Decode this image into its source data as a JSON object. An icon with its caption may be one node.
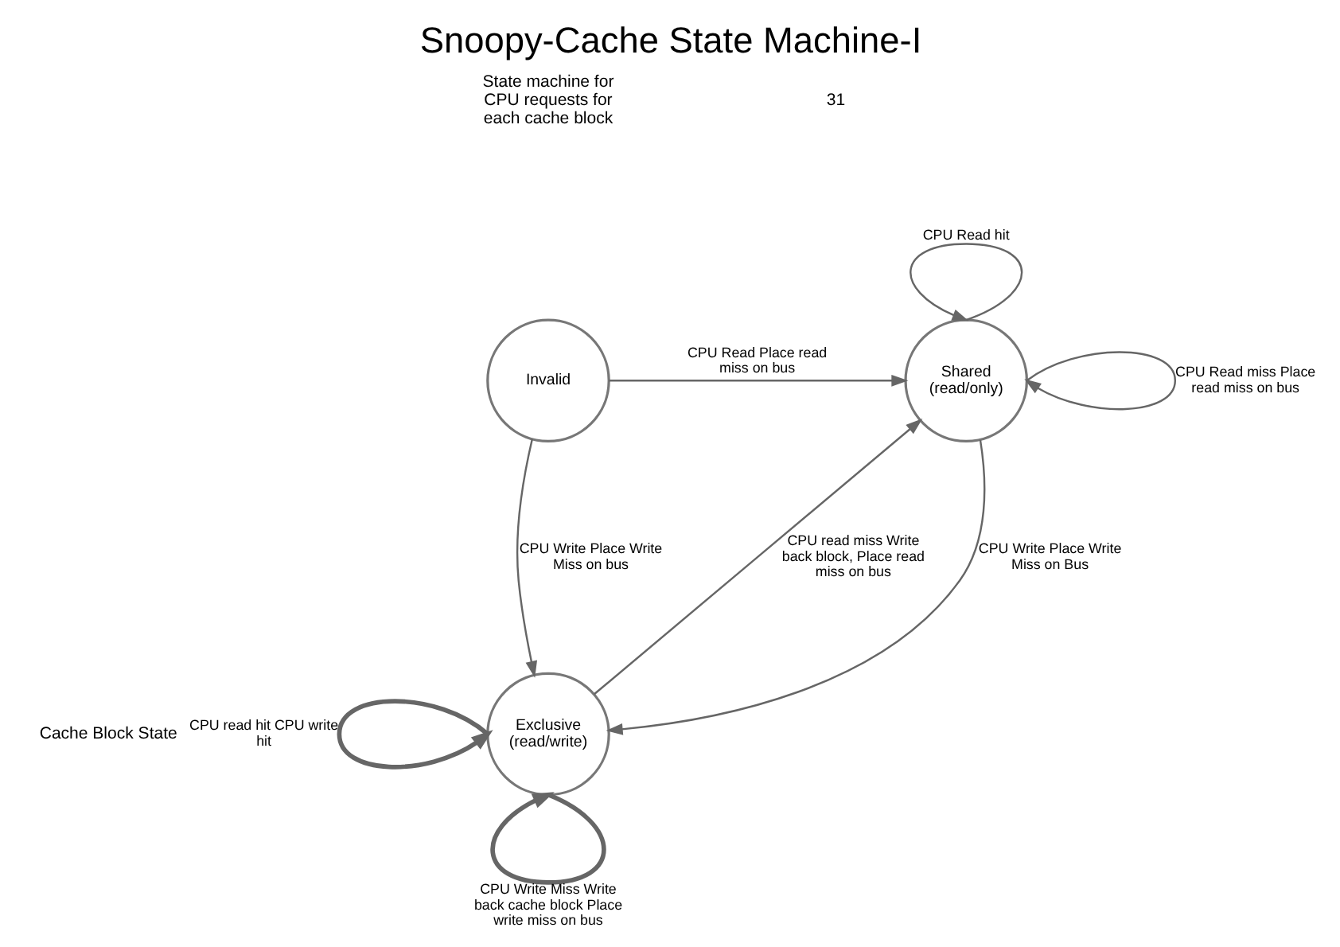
{
  "diagram": {
    "title": "Snoopy-Cache State Machine-I",
    "nodes": [
      {
        "text": [
          "Invalid"
        ]
      },
      {
        "text": [
          "Shared (read/only)"
        ]
      },
      {
        "text": [
          "Exclusive (read/write)"
        ]
      }
    ],
    "edges": [
      {
        "from": 0,
        "to": 1,
        "arrow": "to",
        "label": "CPU Read Place read miss on bus"
      },
      {
        "from": 1,
        "to": 1,
        "arrow": "to",
        "label": "CPU Read hit"
      },
      {
        "from": 1,
        "to": 1,
        "arrow": "to",
        "label": "CPU Read miss Place read miss on bus"
      },
      {
        "from": 0,
        "to": 2,
        "arrow": "to",
        "label": "CPU Write Place Write Miss on bus"
      },
      {
        "from": 2,
        "to": 1,
        "arrow": "to",
        "label": "CPU read miss Write back block, Place read miss on bus"
      },
      {
        "from": 1,
        "to": 2,
        "arrow": "to",
        "label": "CPU Write Place Write Miss on Bus"
      },
      {
        "from": 2,
        "to": 2,
        "arrow": "to",
        "label": "CPU read hit CPU write hit",
        "style": "thick"
      },
      {
        "from": 2,
        "to": 2,
        "arrow": "to",
        "label": "CPU Write Miss Write back cache block Place write miss on bus",
        "style": "thick"
      }
    ],
    "labels": [
      "State machine for CPU requests for each cache block",
      "Cache Block State",
      "31"
    ]
  }
}
